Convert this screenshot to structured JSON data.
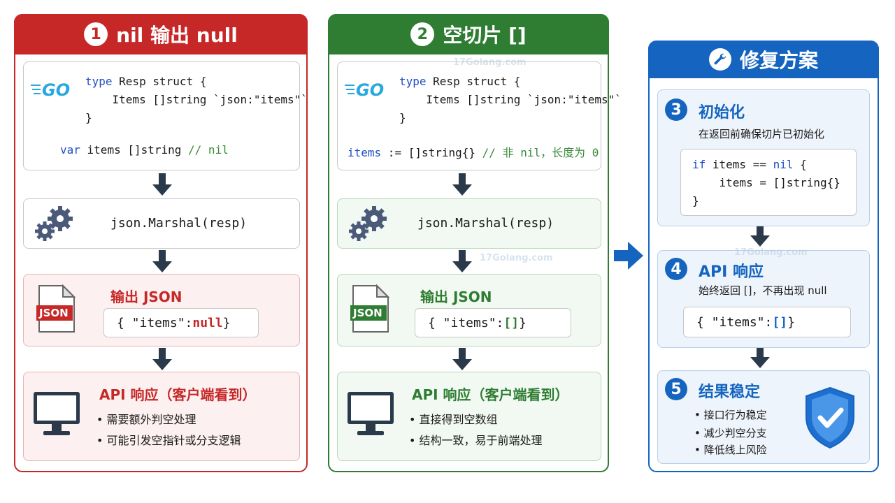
{
  "colors": {
    "red": "#c62828",
    "green": "#2e7d32",
    "blue": "#1565c0",
    "go_blue": "#29a8e0"
  },
  "icons": [
    "go-logo",
    "gears-icon",
    "json-file-icon",
    "monitor-icon",
    "wrench-icon",
    "shield-check-icon",
    "arrow-down-icon",
    "arrow-right-icon"
  ],
  "panel1": {
    "number": "1",
    "title": "nil 输出 null",
    "go_logo": "GO",
    "code": {
      "l1_kw": "type",
      "l1_rest": " Resp struct {",
      "l2": "    Items []string `json:\"items\"`",
      "l3": "}",
      "l4_kw": "var",
      "l4_rest": " items []string ",
      "l4_comment": "// nil"
    },
    "marshal": "json.Marshal(resp)",
    "json_title": "输出 JSON",
    "json_badge": "JSON",
    "json_prefix": "{ \"items\": ",
    "json_value": "null",
    "json_suffix": " }",
    "api_title": "API 响应（客户端看到）",
    "bullets": [
      "需要额外判空处理",
      "可能引发空指针或分支逻辑"
    ]
  },
  "panel2": {
    "number": "2",
    "title": "空切片 []",
    "go_logo": "GO",
    "code": {
      "l1_kw": "type",
      "l1_rest": " Resp struct {",
      "l2": "    Items []string `json:\"items\"`",
      "l3": "}",
      "l4_kw": "items",
      "l4_rest": " := []string{} ",
      "l4_comment": "// 非 nil，长度为 0"
    },
    "marshal": "json.Marshal(resp)",
    "json_title": "输出 JSON",
    "json_badge": "JSON",
    "json_prefix": "{ \"items\": ",
    "json_value": "[]",
    "json_suffix": " }",
    "api_title": "API 响应（客户端看到）",
    "bullets": [
      "直接得到空数组",
      "结构一致，易于前端处理"
    ]
  },
  "panel3": {
    "title": "修复方案",
    "step3": {
      "number": "3",
      "title": "初始化",
      "desc": "在返回前确保切片已初始化",
      "code_l1_kw": "if",
      "code_l1_mid": " items == ",
      "code_l1_nil": "nil",
      "code_l1_end": " {",
      "code_l2": "    items = []string{}",
      "code_l3": "}"
    },
    "step4": {
      "number": "4",
      "title": "API 响应",
      "desc": "始终返回 []，不再出现 null",
      "json_prefix": "{ \"items\": ",
      "json_value": "[]",
      "json_suffix": " }"
    },
    "step5": {
      "number": "5",
      "title": "结果稳定",
      "bullets": [
        "接口行为稳定",
        "减少判空分支",
        "降低线上风险"
      ]
    }
  },
  "watermark": "17Golang.com"
}
